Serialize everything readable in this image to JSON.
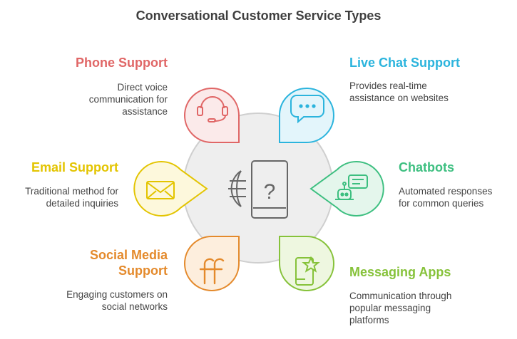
{
  "title": "Conversational Customer Service Types",
  "colors": {
    "phone": "#e06666",
    "live_chat": "#2bb4dd",
    "email": "#e3c400",
    "chatbots": "#3dbf80",
    "social": "#e48a2c",
    "messaging": "#86c23a",
    "center": "#eeeeee"
  },
  "items": [
    {
      "key": "phone",
      "label": "Phone Support",
      "desc": [
        "Direct voice",
        "communication for",
        "assistance"
      ],
      "icon": "headset-icon"
    },
    {
      "key": "live_chat",
      "label": "Live Chat Support",
      "desc": [
        "Provides real-time",
        "assistance on websites"
      ],
      "icon": "chat-bubble-icon"
    },
    {
      "key": "email",
      "label": "Email Support",
      "desc": [
        "Traditional method for",
        "detailed inquiries"
      ],
      "icon": "envelope-icon"
    },
    {
      "key": "chatbots",
      "label": "Chatbots",
      "desc": [
        "Automated responses",
        "for common queries"
      ],
      "icon": "robot-chat-icon"
    },
    {
      "key": "social",
      "label": [
        "Social Media",
        "Support"
      ],
      "desc": [
        "Engaging customers on",
        "social networks"
      ],
      "icon": "social-ff-icon"
    },
    {
      "key": "messaging",
      "label": "Messaging Apps",
      "desc": [
        "Communication through",
        "popular messaging",
        "platforms"
      ],
      "icon": "phone-star-icon"
    }
  ],
  "center": {
    "icons": [
      "globe-icon",
      "phone-question-icon"
    ],
    "glyph": "?"
  }
}
